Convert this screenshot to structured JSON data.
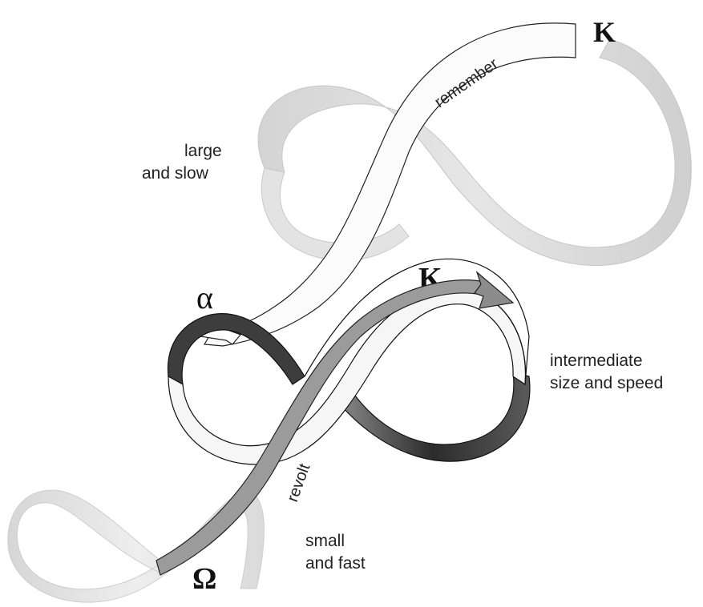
{
  "labels": {
    "large_slow_line1": "large",
    "large_slow_line2": "and  slow",
    "intermediate_line1": "intermediate",
    "intermediate_line2": "size and speed",
    "small_fast_line1": "small",
    "small_fast_line2": "and fast",
    "remember": "remember",
    "revolt": "revolt"
  },
  "symbols": {
    "kappa_top": "K",
    "kappa_middle": "K",
    "alpha": "α",
    "omega": "Ω"
  },
  "colors": {
    "large_loop": "#d9d9d9",
    "intermediate_loop_dark": "#3a3a3a",
    "intermediate_loop_light": "#f7f7f7",
    "small_loop": "#e4e4e4",
    "remember_arrow": "#fafafa",
    "revolt_arrow": "#9a9a9a",
    "outline": "#222222"
  }
}
